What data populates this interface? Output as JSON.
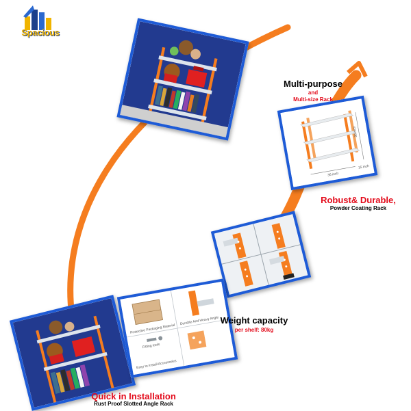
{
  "brand": {
    "logo_text": "Spacious",
    "colors": {
      "logo_gold": "#f0b400",
      "logo_blue": "#1b3f8b"
    }
  },
  "accent_colors": {
    "arc_orange": "#f57d1f",
    "frame_blue": "#1e5bd6",
    "caption_red": "#e30b1b"
  },
  "features": [
    {
      "title": "Multi-purpose",
      "sub1": "and",
      "sub2": "Multi-size Rack"
    },
    {
      "title": "Robust& Durable,",
      "sub": "Powder Coating Rack"
    },
    {
      "title": "Weight capacity",
      "sub": "per shelf: 80kg"
    },
    {
      "title": "Quick in Installation",
      "sub": "Rust Proof Slotted Angle Rack"
    }
  ],
  "rack_dimensions": {
    "height": "36 inch",
    "width": "36 inch",
    "depth": "15 inch"
  },
  "parts_labels": {
    "l1": "Protective Packaging Material",
    "l2": "Fitting tools",
    "l3": "Easy to Install Accessories",
    "l4": "Durable And Heavy Angle"
  }
}
